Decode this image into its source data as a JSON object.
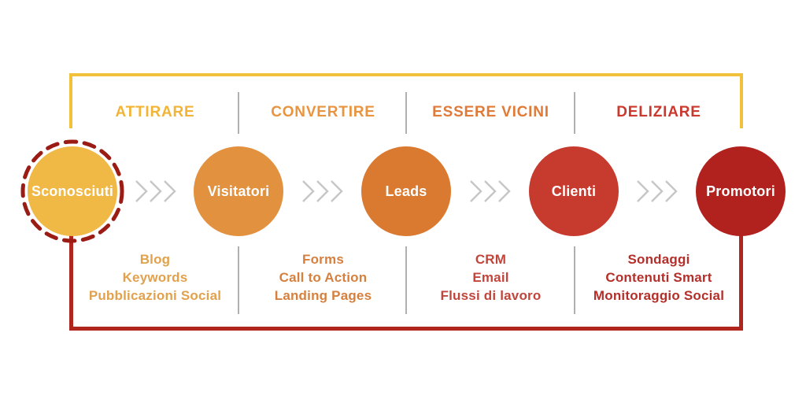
{
  "diagram": {
    "type": "inbound-marketing-funnel",
    "language": "it",
    "background_color": "#ffffff"
  },
  "brackets": {
    "top_color": "#F2C13B",
    "bottom_color": "#B0261F"
  },
  "dividers": {
    "color": "#B0B0B0"
  },
  "arrows": {
    "color": "#C6C6C6",
    "glyph": "triple-chevron-right"
  },
  "stages": [
    {
      "label": "ATTIRARE",
      "color": "#F2B437",
      "tactics_color": "#E2A14C",
      "tactics": [
        "Blog",
        "Keywords",
        "Pubblicazioni Social"
      ]
    },
    {
      "label": "CONVERTIRE",
      "color": "#E89440",
      "tactics_color": "#D5803E",
      "tactics": [
        "Forms",
        "Call to Action",
        "Landing Pages"
      ]
    },
    {
      "label": "ESSERE VICINI",
      "color": "#E07A38",
      "tactics_color": "#C2453C",
      "tactics": [
        "CRM",
        "Email",
        "Flussi di lavoro"
      ]
    },
    {
      "label": "DELIZIARE",
      "color": "#CB382D",
      "tactics_color": "#B52F2A",
      "tactics": [
        "Sondaggi",
        "Contenuti Smart",
        "Monitoraggio Social"
      ]
    }
  ],
  "circles": [
    {
      "label": "Sconosciuti",
      "fill": "#F0B845",
      "text_color": "#ffffff",
      "dashed_ring_color": "#9B1B15"
    },
    {
      "label": "Visitatori",
      "fill": "#E2913F",
      "text_color": "#ffffff"
    },
    {
      "label": "Leads",
      "fill": "#DA7A31",
      "text_color": "#ffffff"
    },
    {
      "label": "Clienti",
      "fill": "#C73B2F",
      "text_color": "#ffffff"
    },
    {
      "label": "Promotori",
      "fill": "#B1221E",
      "text_color": "#ffffff"
    }
  ]
}
